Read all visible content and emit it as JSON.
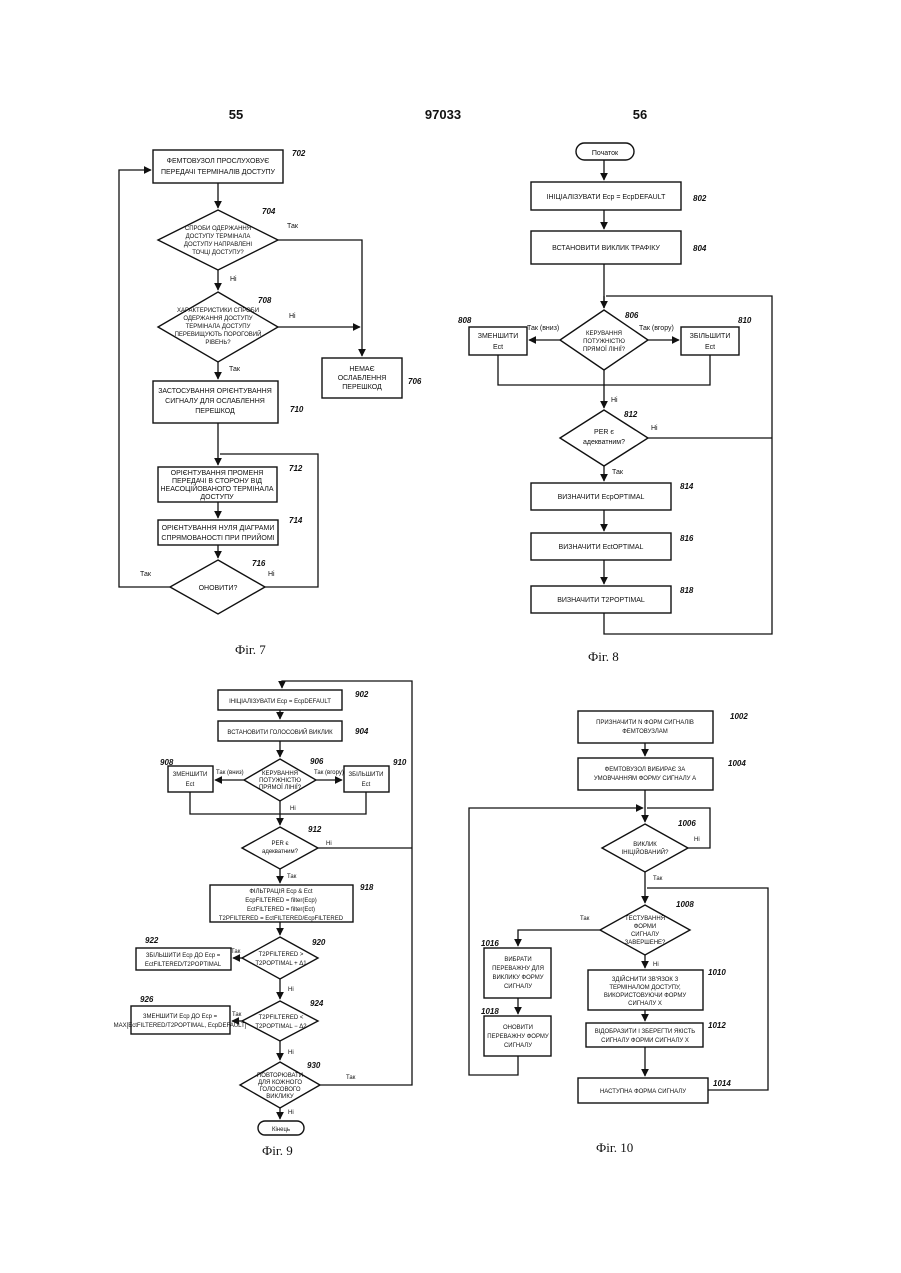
{
  "header": {
    "left": "55",
    "center": "97033",
    "right": "56"
  },
  "fig7": {
    "caption": "Фіг. 7",
    "b702": [
      "ФЕМТОВУЗОЛ ПРОСЛУХОВУЄ",
      "ПЕРЕДАЧІ ТЕРМІНАЛІВ ДОСТУПУ"
    ],
    "n702": "702",
    "d704": [
      "СПРОБИ ОДЕРЖАННЯ",
      "ДОСТУПУ ТЕРМІНАЛА",
      "ДОСТУПУ НАПРАВЛЕНІ",
      "ТОЧЦІ ДОСТУПУ?"
    ],
    "n704": "704",
    "d708": [
      "ХАРАКТЕРИСТИКИ СПРОБИ",
      "ОДЕРЖАННЯ ДОСТУПУ",
      "ТЕРМІНАЛА ДОСТУПУ",
      "ПЕРЕВИЩУЮТЬ ПОРОГОВИЙ",
      "РІВЕНЬ?"
    ],
    "n708": "708",
    "b706": [
      "НЕМАЄ",
      "ОСЛАБЛЕННЯ",
      "ПЕРЕШКОД"
    ],
    "n706": "706",
    "b710": [
      "ЗАСТОСУВАННЯ ОРІЄНТУВАННЯ",
      "СИГНАЛУ ДЛЯ ОСЛАБЛЕННЯ",
      "ПЕРЕШКОД"
    ],
    "n710": "710",
    "b712": [
      "ОРІЄНТУВАННЯ ПРОМЕНЯ",
      "ПЕРЕДАЧІ В СТОРОНУ ВІД",
      "НЕАСОЦІЙОВАНОГО ТЕРМІНАЛА",
      "ДОСТУПУ"
    ],
    "n712": "712",
    "b714": [
      "ОРІЄНТУВАННЯ НУЛЯ ДІАГРАМИ",
      "СПРЯМОВАНОСТІ ПРИ ПРИЙОМІ"
    ],
    "n714": "714",
    "d716": [
      "ОНОВИТИ?"
    ],
    "n716": "716",
    "yes": "Так",
    "no": "Ні"
  },
  "fig8": {
    "caption": "Фіг. 8",
    "start": "Початок",
    "b802": "ІНІЦІАЛІЗУВАТИ Еср = ЕсрDEFAULT",
    "n802": "802",
    "b804": "ВСТАНОВИТИ ВИКЛИК ТРАФІКУ",
    "n804": "804",
    "d806": [
      "КЕРУВАННЯ",
      "ПОТУЖНІСТЮ",
      "ПРЯМОЇ ЛІНІЇ?"
    ],
    "n806": "806",
    "b808": [
      "ЗМЕНШИТИ",
      "Ect"
    ],
    "n808": "808",
    "b810": [
      "ЗБІЛЬШИТИ",
      "Ect"
    ],
    "n810": "810",
    "down": "Так (вниз)",
    "up": "Так (вгору)",
    "d812": [
      "PER є",
      "адекватним?"
    ],
    "n812": "812",
    "b814": "ВИЗНАЧИТИ EcpOPTIMAL",
    "n814": "814",
    "b816": "ВИЗНАЧИТИ EctOPTIMAL",
    "n816": "816",
    "b818": "ВИЗНАЧИТИ T2POPTIMAL",
    "n818": "818",
    "yes": "Так",
    "no": "Ні"
  },
  "fig9": {
    "caption": "Фіг. 9",
    "b902": "ІНІЦІАЛІЗУВАТИ Еср = ЕсрDEFAULT",
    "n902": "902",
    "b904": "ВСТАНОВИТИ ГОЛОСОВИЙ ВИКЛИК",
    "n904": "904",
    "d906": [
      "КЕРУВАННЯ",
      "ПОТУЖНІСТЮ",
      "ПРЯМОЇ ЛІНІЇ?"
    ],
    "n906": "906",
    "b908": [
      "ЗМЕНШИТИ",
      "Ect"
    ],
    "n908": "908",
    "b910": [
      "ЗБІЛЬШИТИ",
      "Ect"
    ],
    "n910": "910",
    "down": "Так (вниз)",
    "up": "Так (вгору)",
    "d912": [
      "PER є",
      "адекватним?"
    ],
    "n912": "912",
    "b918": [
      "ФІЛЬТРАЦІЯ Ecp & Ect",
      "EcpFILTERED = filter(Ecp)",
      "EctFILTERED = filter(Ect)",
      "T2PFILTERED = EctFILTERED/EcpFILTERED"
    ],
    "n918": "918",
    "d920": [
      "T2PFILTERED >",
      "T2POPTIMAL + Δ1"
    ],
    "n920": "920",
    "b922": [
      "ЗБІЛЬШИТИ Ecp ДО Ecp =",
      "EctFILTERED/T2POPTIMAL"
    ],
    "n922": "922",
    "d924": [
      "T2PFILTERED <",
      "T2POPTIMAL − Δ2"
    ],
    "n924": "924",
    "b926": [
      "ЗМЕНШИТИ Ecp ДО Ecp =",
      "MAX[EctFILTERED/T2POPTIMAL, EcpDEFAULT]"
    ],
    "n926": "926",
    "d930": [
      "ПОВТОРЮВАТИ",
      "ДЛЯ КОЖНОГО",
      "ГОЛОСОВОГО",
      "ВИКЛИКУ"
    ],
    "n930": "930",
    "end": "Кінець",
    "yes": "Так",
    "no": "Ні"
  },
  "fig10": {
    "caption": "Фіг. 10",
    "b1002": [
      "ПРИЗНАЧИТИ N ФОРМ СИГНАЛІВ",
      "ФЕМТОВУЗЛАМ"
    ],
    "n1002": "1002",
    "b1004": [
      "ФЕМТОВУЗОЛ ВИБИРАЄ ЗА",
      "УМОВЧАННЯМ ФОРМУ СИГНАЛУ А"
    ],
    "n1004": "1004",
    "d1006": [
      "ВИКЛИК",
      "ІНІЦІЙОВАНИЙ?"
    ],
    "n1006": "1006",
    "d1008": [
      "ТЕСТУВАННЯ",
      "ФОРМИ",
      "СИГНАЛУ",
      "ЗАВЕРШЕНЕ?"
    ],
    "n1008": "1008",
    "b1016": [
      "ВИБРАТИ",
      "ПЕРЕВАЖНУ ДЛЯ",
      "ВИКЛИКУ ФОРМУ",
      "СИГНАЛУ"
    ],
    "n1016": "1016",
    "b1010": [
      "ЗДІЙСНИТИ ЗВ'ЯЗОК З",
      "ТЕРМІНАЛОМ ДОСТУПУ,",
      "ВИКОРИСТОВУЮЧИ ФОРМУ",
      "СИГНАЛУ Х"
    ],
    "n1010": "1010",
    "b1018": [
      "ОНОВИТИ",
      "ПЕРЕВАЖНУ ФОРМУ",
      "СИГНАЛУ"
    ],
    "n1018": "1018",
    "b1012": [
      "ВІДОБРАЗИТИ І ЗБЕРЕГТИ ЯКІСТЬ",
      "СИГНАЛУ ФОРМИ СИГНАЛУ Х"
    ],
    "n1012": "1012",
    "b1014": "НАСТУПНА ФОРМА СИГНАЛУ",
    "n1014": "1014",
    "yes": "Так",
    "no": "Ні"
  }
}
